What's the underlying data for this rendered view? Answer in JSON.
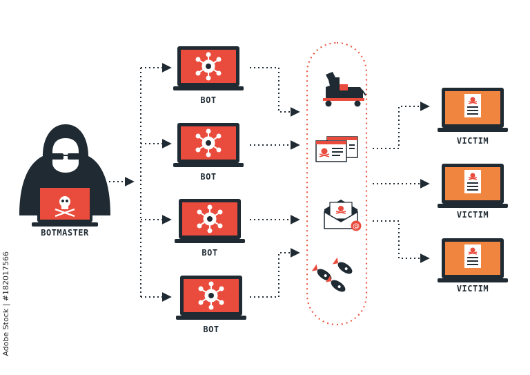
{
  "labels": {
    "botmaster": "BOTMASTER",
    "bots": [
      "BOT",
      "BOT",
      "BOT",
      "BOT"
    ],
    "victims": [
      "VICTIM",
      "VICTIM",
      "VICTIM"
    ]
  },
  "watermark": "Adobe Stock | #182017566",
  "colors": {
    "dark": "#1f2a33",
    "red": "#e94b3c",
    "orange": "#f0853f",
    "dotted": "#e9573f"
  },
  "icons": {
    "botmaster": "hooded-hacker-icon",
    "bot": "infected-laptop-icon",
    "victim": "compromised-laptop-icon",
    "attacks": [
      "trojan-horse-icon",
      "phishing-webpages-icon",
      "infected-email-icon",
      "bomb-missiles-icon"
    ]
  }
}
